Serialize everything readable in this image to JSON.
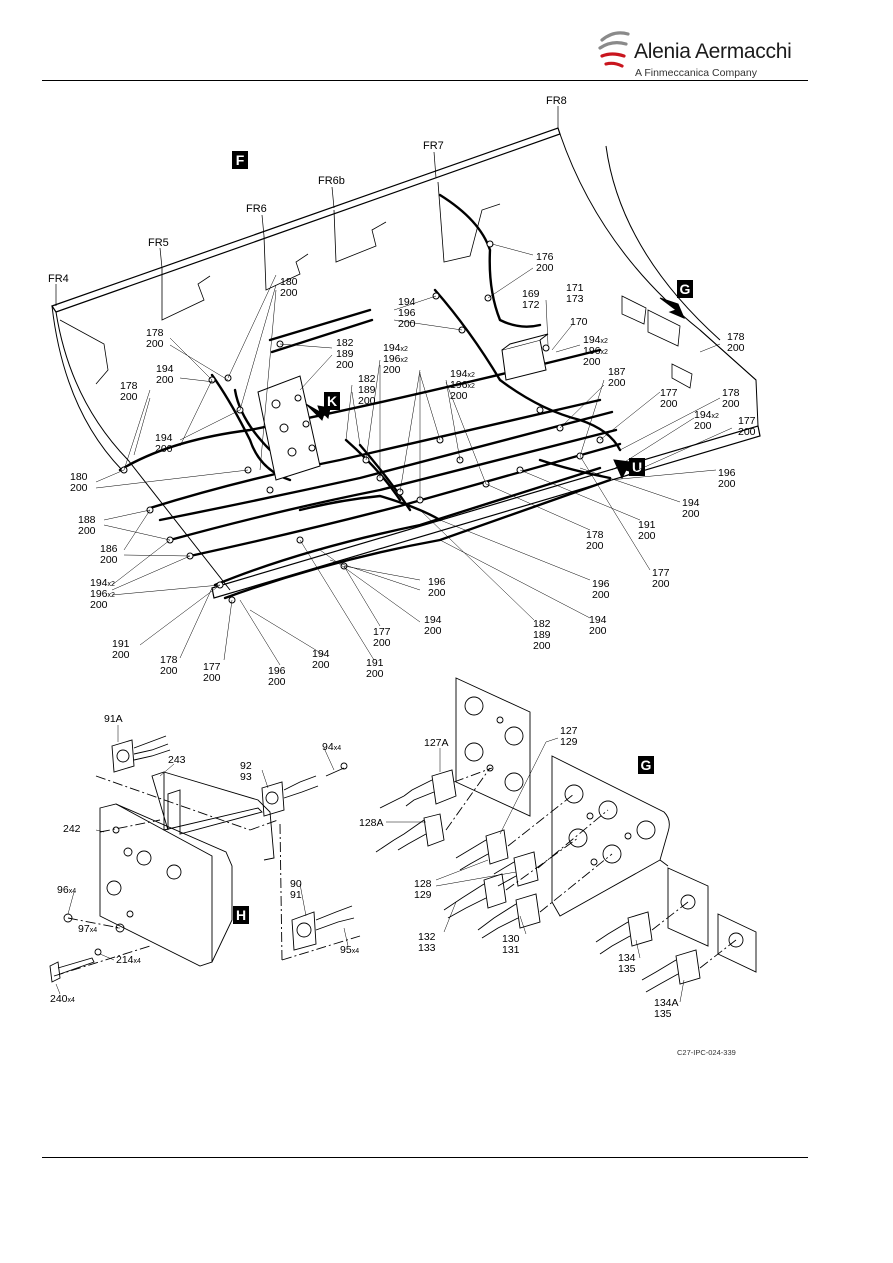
{
  "header": {
    "company": "Alenia Aermacchi",
    "subtitle": "A Finmeccanica Company"
  },
  "figure_id": "C27-IPC-024-339",
  "frames": [
    "FR4",
    "FR5",
    "FR6",
    "FR6b",
    "FR7",
    "FR8"
  ],
  "views": {
    "F": "F",
    "G": "G",
    "H": "H",
    "K": "K",
    "U": "U"
  },
  "callouts": {
    "c176": [
      "176",
      "200"
    ],
    "c169": [
      "169",
      "172"
    ],
    "c171": [
      "171",
      "173"
    ],
    "c170": [
      "170"
    ],
    "c180a": [
      "180",
      "200"
    ],
    "c194a": [
      "194",
      "196",
      "200"
    ],
    "c178a": [
      "178",
      "200"
    ],
    "c182a": [
      "182",
      "189",
      "200"
    ],
    "c194x2a": [
      "194",
      "196",
      "200"
    ],
    "c194b": [
      "194",
      "200"
    ],
    "c182b": [
      "182",
      "189",
      "200"
    ],
    "c194x2b": [
      "194",
      "196",
      "200"
    ],
    "c194x2c": [
      "194",
      "196",
      "200"
    ],
    "c187": [
      "187",
      "200"
    ],
    "c178b": [
      "178",
      "200"
    ],
    "c178c": [
      "178",
      "200"
    ],
    "c177a": [
      "177",
      "200"
    ],
    "c178d": [
      "178",
      "200"
    ],
    "c194x2d": [
      "194",
      "200"
    ],
    "c177b": [
      "177",
      "200"
    ],
    "c194c": [
      "194",
      "200"
    ],
    "c180b": [
      "180",
      "200"
    ],
    "c196a": [
      "196",
      "200"
    ],
    "c194d": [
      "194",
      "200"
    ],
    "c188": [
      "188",
      "200"
    ],
    "c191a": [
      "191",
      "200"
    ],
    "c178e": [
      "178",
      "200"
    ],
    "c186": [
      "186",
      "200"
    ],
    "c177c": [
      "177",
      "200"
    ],
    "c194x2e": [
      "194",
      "196",
      "200"
    ],
    "c196b": [
      "196",
      "200"
    ],
    "c196c": [
      "196",
      "200"
    ],
    "c194e": [
      "194",
      "200"
    ],
    "c194f": [
      "194",
      "200"
    ],
    "c177d": [
      "177",
      "200"
    ],
    "c182c": [
      "182",
      "189",
      "200"
    ],
    "c191b": [
      "191",
      "200"
    ],
    "c178f": [
      "178",
      "200"
    ],
    "c177e": [
      "177",
      "200"
    ],
    "c196d": [
      "196",
      "200"
    ],
    "c194g": [
      "194",
      "200"
    ],
    "c191c": [
      "191",
      "200"
    ]
  },
  "detail_h": {
    "p91A": "91A",
    "p243": "243",
    "p92": [
      "92",
      "93"
    ],
    "p94": "94",
    "p94q": "x4",
    "p242": "242",
    "p90": [
      "90",
      "91"
    ],
    "p96": "96",
    "p96q": "x4",
    "p97": "97",
    "p97q": "x4",
    "p214": "214",
    "p214q": "x4",
    "p95": "95",
    "p95q": "x4",
    "p240": "240",
    "p240q": "x4"
  },
  "detail_g": {
    "p127A": "127A",
    "p127": [
      "127",
      "129"
    ],
    "p128A": "128A",
    "p128": [
      "128",
      "129"
    ],
    "p132": [
      "132",
      "133"
    ],
    "p130": [
      "130",
      "131"
    ],
    "p134": [
      "134",
      "135"
    ],
    "p134A": [
      "134A",
      "135"
    ]
  },
  "qty_x2": "x2"
}
